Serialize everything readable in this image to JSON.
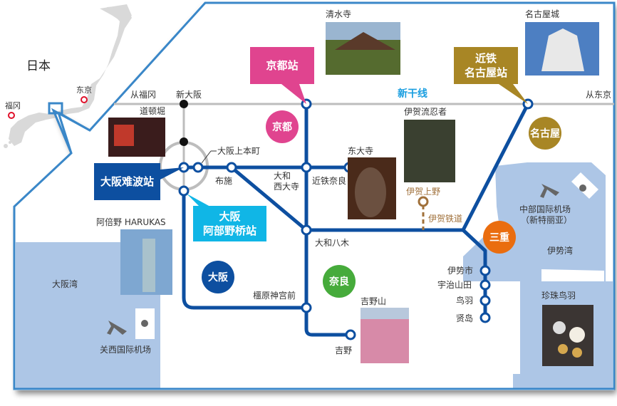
{
  "inset": {
    "country_label": "日本",
    "cities": [
      {
        "name": "东京"
      },
      {
        "name": "福冈"
      }
    ]
  },
  "shinkansen": {
    "label": "新干线",
    "from_west": "从福冈",
    "from_east": "从东京",
    "shin_osaka": "新大阪"
  },
  "callouts": {
    "kyoto_station": "京都站",
    "namba_station": "大阪难波站",
    "abenobashi_line1": "大阪",
    "abenobashi_line2": "阿部野桥站",
    "nagoya_line1": "近铁",
    "nagoya_line2": "名古屋站"
  },
  "regions": [
    {
      "name": "京都",
      "color": "#e0448f"
    },
    {
      "name": "名古屋",
      "color": "#a88625"
    },
    {
      "name": "三重",
      "color": "#ea6d0f"
    },
    {
      "name": "奈良",
      "color": "#46ab3b"
    },
    {
      "name": "大阪",
      "color": "#0d4fa0"
    }
  ],
  "stations": {
    "uehommachi": "大阪上本町",
    "fuse": "布施",
    "yamato_saidaiji_1": "大和",
    "yamato_saidaiji_2": "西大寺",
    "kintetsu_nara": "近铁奈良",
    "yamato_yagi": "大和八木",
    "kashiharajingu": "橿原神宫前",
    "yoshino": "吉野",
    "iseshi": "伊势市",
    "ujiyamada": "宇治山田",
    "toba": "鸟羽",
    "kashikojima": "贤岛",
    "iga_ueno": "伊贺上野",
    "iga_railway": "伊贺铁道"
  },
  "attractions": {
    "dotonbori": "道顿堀",
    "kiyomizu": "清水寺",
    "nagoya_castle": "名古屋城",
    "ninja": "伊贺流忍者",
    "todaiji": "东大寺",
    "harukas": "阿倍野 HARUKAS",
    "yoshinoyama": "吉野山",
    "pearl_toba": "珍珠鸟羽"
  },
  "places": {
    "osaka_bay": "大阪湾",
    "ise_bay": "伊势湾",
    "kansai_airport": "关西国际机场",
    "chubu_airport_1": "中部国际机场",
    "chubu_airport_2": "（新特丽亚）"
  },
  "colors": {
    "kintetsu_line": "#0d4fa0",
    "shinkansen_line": "#bdbdbd",
    "sea": "#adc6e6",
    "frame": "#3a87c8",
    "kyoto_callout": "#e0448f",
    "namba_callout": "#0d4fa0",
    "abeno_callout": "#10b6e6",
    "nagoya_callout": "#a88625",
    "iga_line": "#a0703a"
  }
}
